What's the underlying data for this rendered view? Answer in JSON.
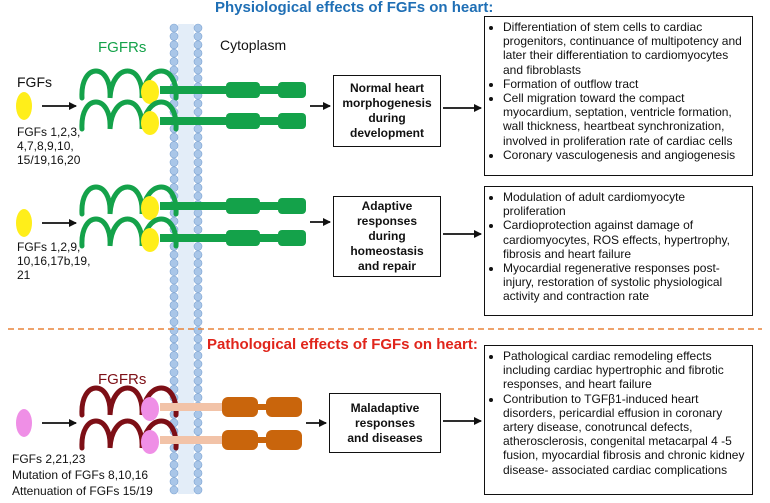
{
  "titles": {
    "physiological": "Physiological effects of FGFs on heart:",
    "pathological": "Pathological effects of FGFs on heart:"
  },
  "labels": {
    "cytoplasm": "Cytoplasm",
    "fgfrs_top": "FGFRs",
    "fgfrs_bottom": "FGFRs",
    "fgfs": "FGFs"
  },
  "ligand_groups": [
    [
      "FGFs 1,2,3,",
      "4,7,8,9,10,",
      "15/19,16,20"
    ],
    [
      "FGFs 1,2,9,",
      "10,16,17b,19,",
      "21"
    ],
    [
      "FGFs 2,21,23",
      "Mutation of FGFs 8,10,16",
      "Attenuation of FGFs 15/19"
    ]
  ],
  "outcomes": [
    [
      "Normal heart",
      "morphogenesis",
      "during",
      "development"
    ],
    [
      "Adaptive",
      "responses",
      "during",
      "homeostasis",
      "and repair"
    ],
    [
      "Maladaptive",
      "responses",
      "and diseases"
    ]
  ],
  "effects": [
    [
      "Differentiation of stem cells to cardiac progenitors, continuance of multipotency and later their differentiation to cardiomyocytes and fibroblasts",
      "Formation of outflow tract",
      "Cell migration toward the compact myocardium, septation, ventricle formation, wall thickness, heartbeat synchronization, involved in proliferation rate  of cardiac cells",
      "Coronary vasculogenesis and angiogenesis"
    ],
    [
      "Modulation of adult cardiomyocyte proliferation",
      "Cardioprotection against damage of cardiomyocytes, ROS effects, hypertrophy, fibrosis and heart failure",
      "Myocardial regenerative responses post-injury, restoration of systolic physiological activity and contraction rate"
    ],
    [
      "Pathological cardiac remodeling effects including cardiac hypertrophic and fibrotic responses, and heart failure",
      "Contribution to TGFβ1-induced heart disorders, pericardial effusion in coronary artery disease, conotruncal defects, atherosclerosis, congenital metacarpal 4 -5 fusion, myocardial fibrosis and chronic kidney disease- associated cardiac complications"
    ]
  ],
  "colors": {
    "title_blue": "#1f6fb5",
    "title_red": "#e0251b",
    "receptor_green": "#14a24a",
    "ligand_yellow": "#ffee1a",
    "receptor_maroon": "#7d0f16",
    "ligand_pink": "#ef8fe6",
    "kinase_orange": "#c9650c",
    "membrane_blue": "#a9c6e8",
    "divider_orange": "#e8843a"
  }
}
